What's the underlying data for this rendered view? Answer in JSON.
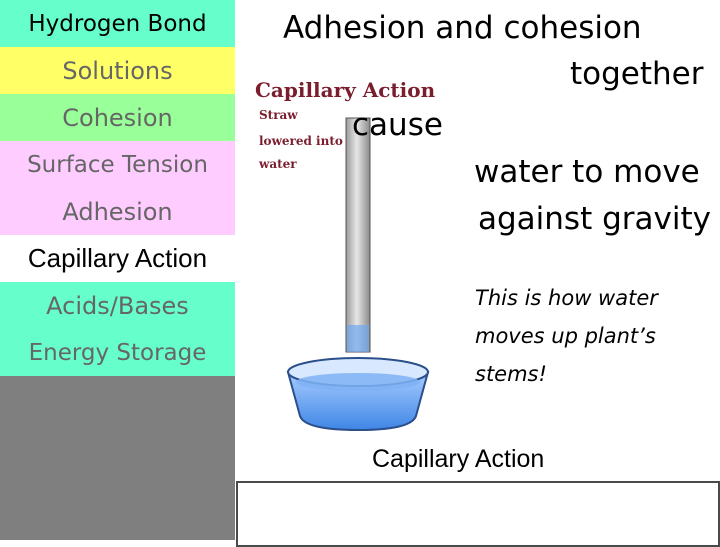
{
  "sidebar": {
    "items": [
      {
        "label": "Hydrogen Bond"
      },
      {
        "label": "Solutions"
      },
      {
        "label": "Cohesion"
      },
      {
        "label": "Surface Tension"
      },
      {
        "label": "Adhesion"
      },
      {
        "label": "Capillary Action"
      },
      {
        "label": "Acids/Bases"
      },
      {
        "label": "Energy Storage"
      }
    ]
  },
  "main": {
    "lines": [
      "Adhesion and cohesion",
      "together",
      "cause",
      "water to move",
      "against gravity"
    ],
    "note_lines": [
      "This is how water",
      "moves up plant’s",
      "stems!"
    ],
    "caption": "Capillary Action"
  },
  "diagram": {
    "title": "Capillary Action",
    "label_lines": [
      "Straw",
      "lowered into",
      "water"
    ]
  },
  "colors": {
    "sidebar_bg": "#7f7f7f",
    "cyan": "#66ffcc",
    "yellow": "#ffff66",
    "green": "#99ff99",
    "pink": "#ffccff",
    "water": "#6fa8f0",
    "diagram_title": "#7a1e2e"
  }
}
